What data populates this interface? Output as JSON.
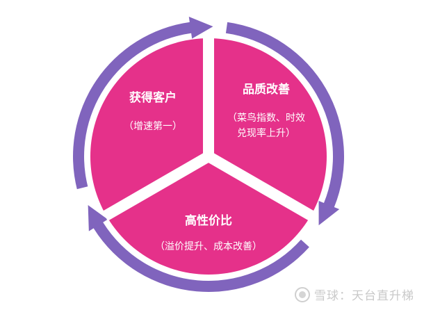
{
  "diagram": {
    "colors": {
      "segment": "#e5318a",
      "arrow": "#8064bd",
      "divider": "#ffffff",
      "text": "#ffffff"
    },
    "segments": [
      {
        "title": "获得客户",
        "subtitle": [
          "（增速第一）"
        ]
      },
      {
        "title": "品质改善",
        "subtitle": [
          "（菜鸟指数、时效",
          "兑现率上升）"
        ]
      },
      {
        "title": "高性价比",
        "subtitle": [
          "（溢价提升、成本改善）"
        ]
      }
    ]
  },
  "watermark": {
    "icon": "snowball-logo-icon",
    "text": "雪球：天台直升梯"
  }
}
